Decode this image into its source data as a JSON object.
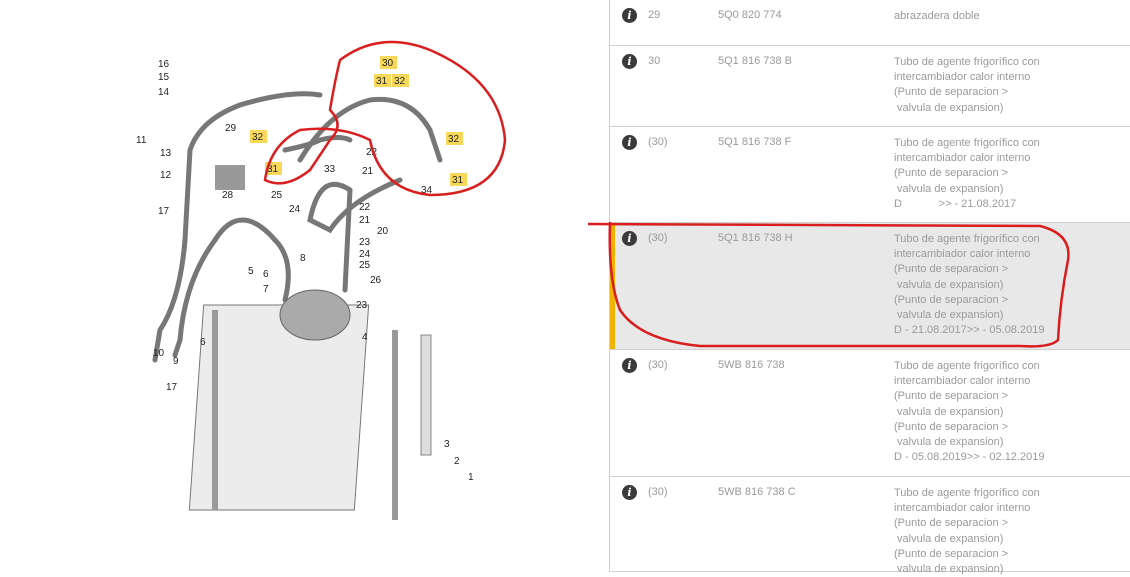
{
  "diagram": {
    "labels": [
      "16",
      "15",
      "14",
      "11",
      "13",
      "12",
      "17",
      "29",
      "28",
      "32",
      "31",
      "33",
      "25",
      "24",
      "22",
      "21",
      "30",
      "31",
      "32",
      "32",
      "31",
      "34",
      "22",
      "21",
      "20",
      "23",
      "24",
      "25",
      "26",
      "8",
      "5",
      "6",
      "7",
      "23",
      "4",
      "6",
      "9",
      "10",
      "17",
      "3",
      "2",
      "1"
    ],
    "highlight_color": "#f7d85a",
    "annotation_color": "#d81e1e"
  },
  "parts": [
    {
      "pos": "29",
      "part_no": "5Q0 820 774",
      "description": [
        "abrazadera doble"
      ]
    },
    {
      "pos": "30",
      "part_no": "5Q1 816 738 B",
      "description": [
        "Tubo de agente frigorífico con",
        "intercambiador calor interno",
        "(Punto de separacion >",
        " valvula de expansion)"
      ]
    },
    {
      "pos": "(30)",
      "part_no": "5Q1 816 738 F",
      "description": [
        "Tubo de agente frigorífico con",
        "intercambiador calor interno",
        "(Punto de separacion >",
        " valvula de expansion)",
        "D            >> - 21.08.2017"
      ]
    },
    {
      "pos": "(30)",
      "part_no": "5Q1 816 738 H",
      "selected": true,
      "description": [
        "Tubo de agente frigorífico con",
        "intercambiador calor interno",
        "(Punto de separacion >",
        " valvula de expansion)",
        "(Punto de separacion >",
        " valvula de expansion)",
        "D - 21.08.2017>> - 05.08.2019"
      ]
    },
    {
      "pos": "(30)",
      "part_no": "5WB 816 738",
      "description": [
        "Tubo de agente frigorífico con",
        "intercambiador calor interno",
        "(Punto de separacion >",
        " valvula de expansion)",
        "(Punto de separacion >",
        " valvula de expansion)",
        "D - 05.08.2019>> - 02.12.2019"
      ]
    },
    {
      "pos": "(30)",
      "part_no": "5WB 816 738 C",
      "description": [
        "Tubo de agente frigorífico con",
        "intercambiador calor interno",
        "(Punto de separacion >",
        " valvula de expansion)",
        "(Punto de separacion >",
        " valvula de expansion)"
      ]
    }
  ],
  "info_icon": "info-icon"
}
